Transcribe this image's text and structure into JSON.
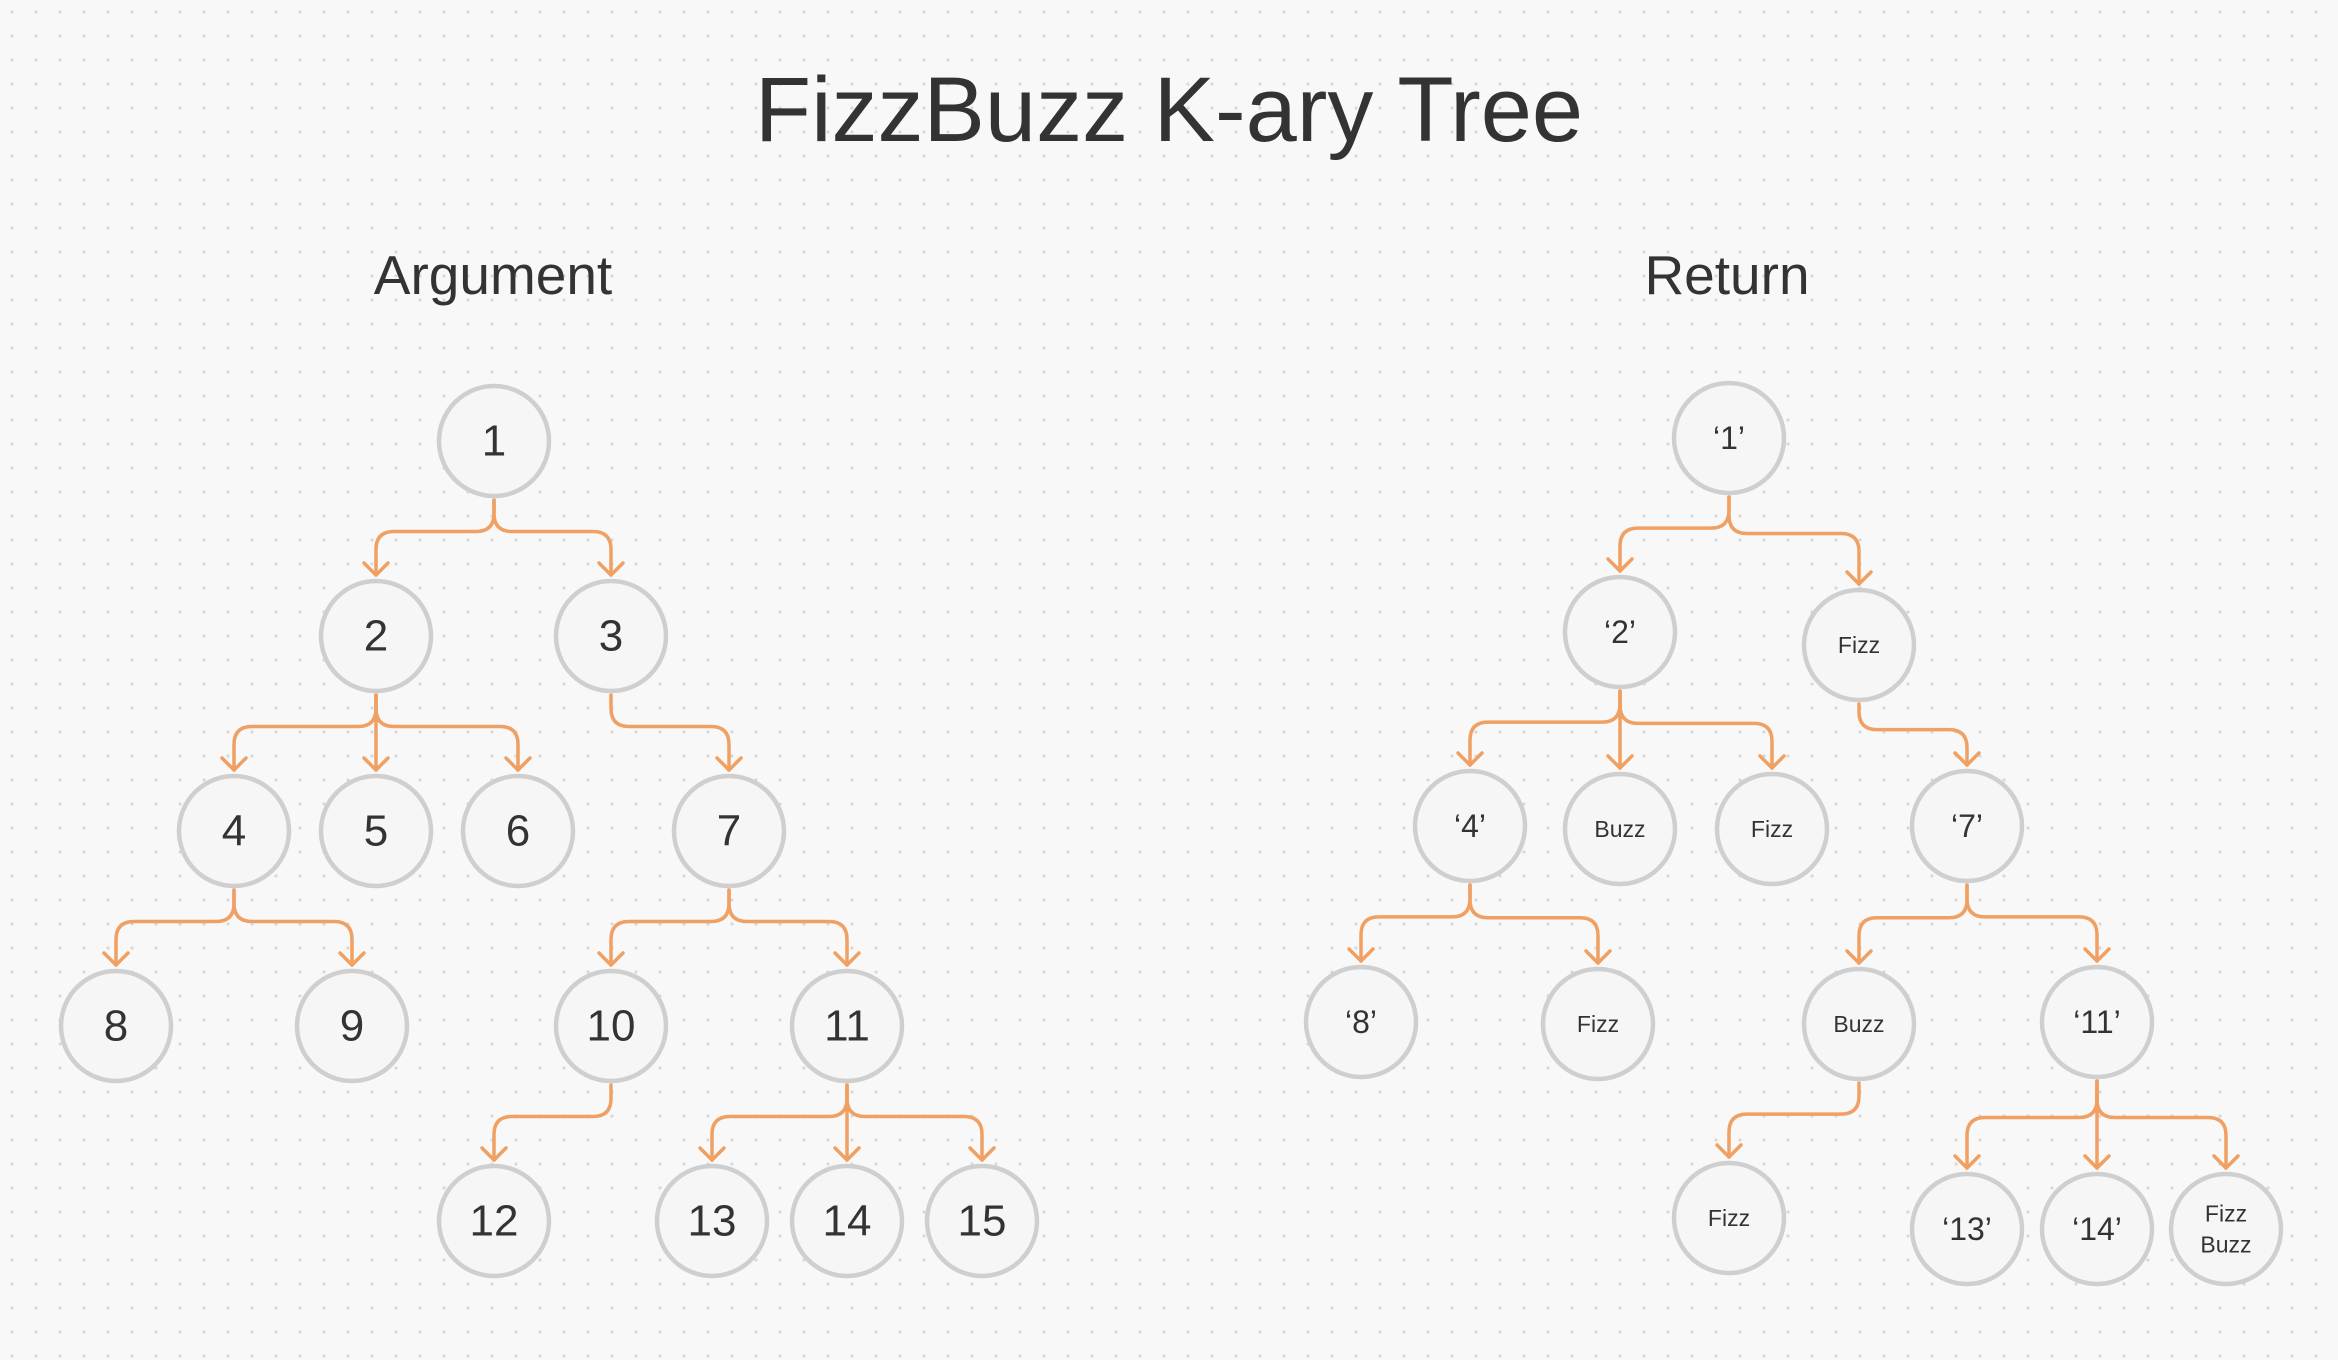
{
  "title": "FizzBuzz K-ary Tree",
  "colors": {
    "edge": "#f0a062",
    "node_fill": "#f6f6f6",
    "node_stroke": "#cfcfcf",
    "text": "#333333"
  },
  "argument_tree": {
    "heading": "Argument",
    "nodes": [
      {
        "id": "a1",
        "label": "1"
      },
      {
        "id": "a2",
        "label": "2"
      },
      {
        "id": "a3",
        "label": "3"
      },
      {
        "id": "a4",
        "label": "4"
      },
      {
        "id": "a5",
        "label": "5"
      },
      {
        "id": "a6",
        "label": "6"
      },
      {
        "id": "a7",
        "label": "7"
      },
      {
        "id": "a8",
        "label": "8"
      },
      {
        "id": "a9",
        "label": "9"
      },
      {
        "id": "a10",
        "label": "10"
      },
      {
        "id": "a11",
        "label": "11"
      },
      {
        "id": "a12",
        "label": "12"
      },
      {
        "id": "a13",
        "label": "13"
      },
      {
        "id": "a14",
        "label": "14"
      },
      {
        "id": "a15",
        "label": "15"
      }
    ],
    "edges": [
      [
        "a1",
        "a2"
      ],
      [
        "a1",
        "a3"
      ],
      [
        "a2",
        "a4"
      ],
      [
        "a2",
        "a5"
      ],
      [
        "a2",
        "a6"
      ],
      [
        "a3",
        "a7"
      ],
      [
        "a4",
        "a8"
      ],
      [
        "a4",
        "a9"
      ],
      [
        "a7",
        "a10"
      ],
      [
        "a7",
        "a11"
      ],
      [
        "a10",
        "a12"
      ],
      [
        "a11",
        "a13"
      ],
      [
        "a11",
        "a14"
      ],
      [
        "a11",
        "a15"
      ]
    ]
  },
  "return_tree": {
    "heading": "Return",
    "nodes": [
      {
        "id": "r1",
        "label": "‘1’"
      },
      {
        "id": "r2",
        "label": "‘2’"
      },
      {
        "id": "r3",
        "label": "Fizz"
      },
      {
        "id": "r4",
        "label": "‘4’"
      },
      {
        "id": "r5",
        "label": "Buzz"
      },
      {
        "id": "r6",
        "label": "Fizz"
      },
      {
        "id": "r7",
        "label": "‘7’"
      },
      {
        "id": "r8",
        "label": "‘8’"
      },
      {
        "id": "r9",
        "label": "Fizz"
      },
      {
        "id": "r10",
        "label": "Buzz"
      },
      {
        "id": "r11",
        "label": "‘11’"
      },
      {
        "id": "r12",
        "label": "Fizz"
      },
      {
        "id": "r13",
        "label": "‘13’"
      },
      {
        "id": "r14",
        "label": "‘14’"
      },
      {
        "id": "r15",
        "label": "Fizz\nBuzz"
      }
    ],
    "edges": [
      [
        "r1",
        "r2"
      ],
      [
        "r1",
        "r3"
      ],
      [
        "r2",
        "r4"
      ],
      [
        "r2",
        "r5"
      ],
      [
        "r2",
        "r6"
      ],
      [
        "r3",
        "r7"
      ],
      [
        "r4",
        "r8"
      ],
      [
        "r4",
        "r9"
      ],
      [
        "r7",
        "r10"
      ],
      [
        "r7",
        "r11"
      ],
      [
        "r10",
        "r12"
      ],
      [
        "r11",
        "r13"
      ],
      [
        "r11",
        "r14"
      ],
      [
        "r11",
        "r15"
      ]
    ]
  }
}
